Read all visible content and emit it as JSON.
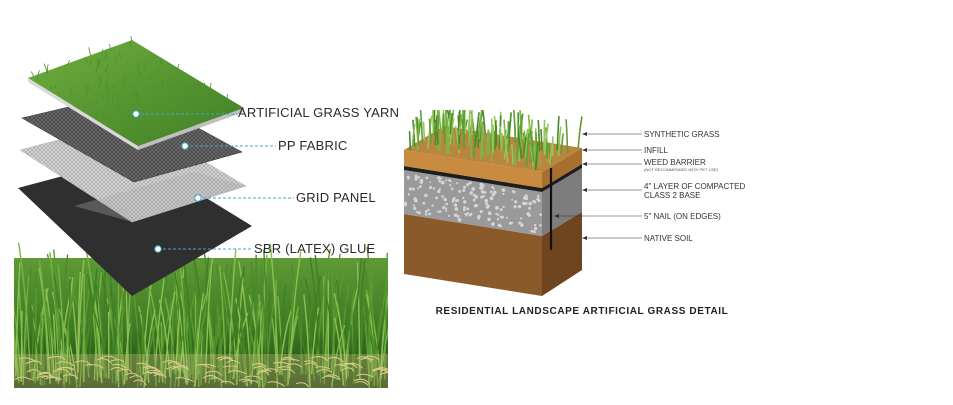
{
  "layers_figure": {
    "labels": {
      "grass_yarn": "ARTIFICIAL GRASS YARN",
      "pp_fabric": "PP FABRIC",
      "grid_panel": "GRID PANEL",
      "sbr_glue": "SBR (LATEX) GLUE"
    }
  },
  "cross_section": {
    "labels": {
      "synthetic_grass": "SYNTHETIC GRASS",
      "infill": "INFILL",
      "weed_barrier": "WEED BARRIER",
      "weed_barrier_note": "(NOT RECOMMENDED WITH PET USE)",
      "base_line1": "4\" LAYER OF COMPACTED",
      "base_line2": "CLASS 2 BASE",
      "nail": "5\" NAIL (ON EDGES)",
      "native_soil": "NATIVE SOIL"
    },
    "caption": "RESIDENTIAL LANDSCAPE ARTIFICIAL GRASS DETAIL"
  },
  "colors": {
    "grass_dark": "#3d7a24",
    "grass_light": "#7fb446",
    "thatch": "#c9c07a",
    "pp_fabric": "#555555",
    "grid_panel": "#c8c8c8",
    "sbr_glue": "#2f2f2f",
    "infill": "#c98b3f",
    "gravel": "#9a9a9a",
    "soil": "#8a5a2b",
    "leader": "#3fa9c9"
  }
}
